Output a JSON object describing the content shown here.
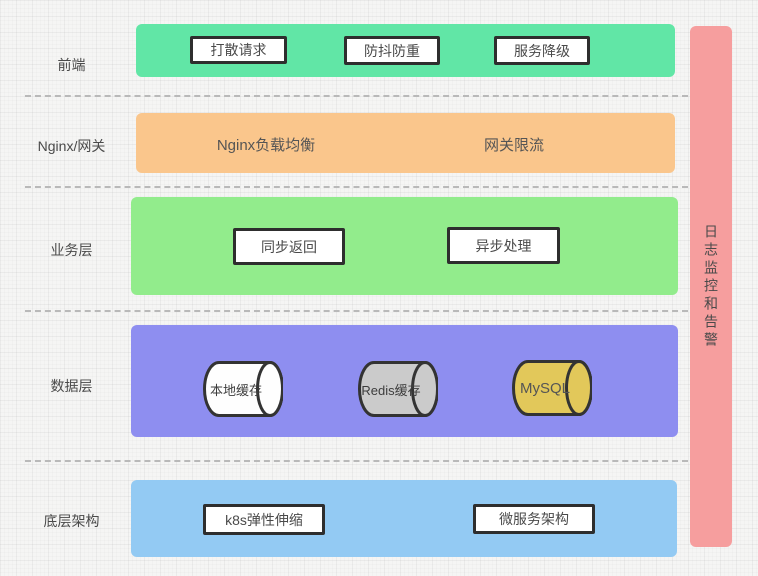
{
  "diagram": {
    "monitor_bar": {
      "label": "日志监控和告警",
      "color": "#F69E9E"
    },
    "rows": [
      {
        "label": "前端",
        "band_color": "#61E6A6",
        "boxes": [
          "打散请求",
          "防抖防重",
          "服务降级"
        ]
      },
      {
        "label": "Nginx/网关",
        "band_color": "#FAC68C",
        "texts": [
          "Nginx负载均衡",
          "网关限流"
        ]
      },
      {
        "label": "业务层",
        "band_color": "#92EC8C",
        "boxes": [
          "同步返回",
          "异步处理"
        ]
      },
      {
        "label": "数据层",
        "band_color": "#8E8EF0",
        "cylinders": [
          {
            "label": "本地缓存",
            "fill": "#FEFEFE"
          },
          {
            "label": "Redis缓存",
            "fill": "#CBCBCB"
          },
          {
            "label": "MySQL",
            "fill": "#E2C85A"
          }
        ]
      },
      {
        "label": "底层架构",
        "band_color": "#93CAF3",
        "boxes": [
          "k8s弹性伸缩",
          "微服务架构"
        ]
      }
    ],
    "line_color": "#B9B9B9",
    "shape_border_color": "#2E2E2E"
  }
}
